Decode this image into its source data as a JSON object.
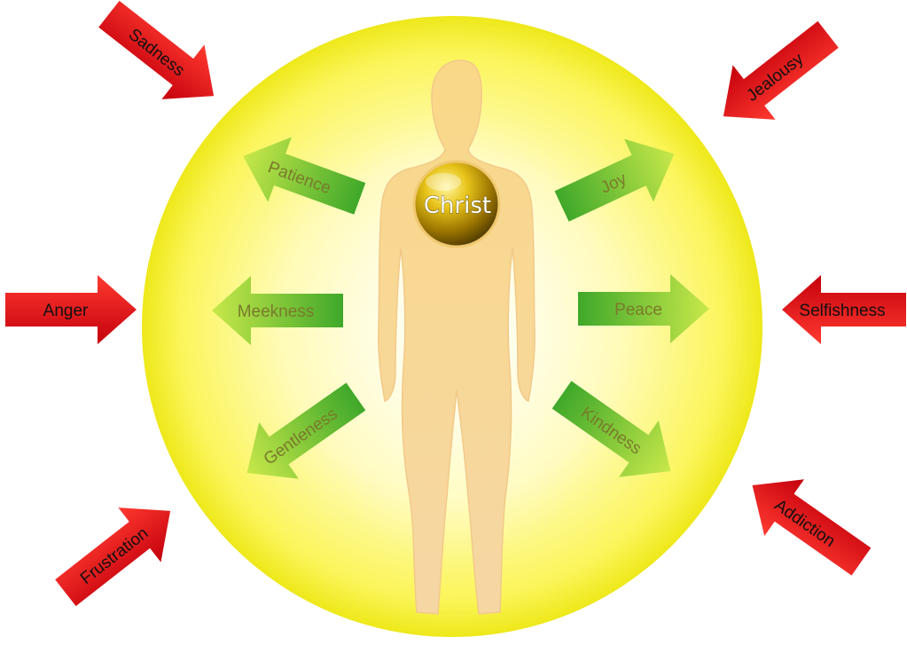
{
  "diagram": {
    "center_label": "Christ",
    "inner_virtues": [
      {
        "id": "patience",
        "label": "Patience"
      },
      {
        "id": "meekness",
        "label": "Meekness"
      },
      {
        "id": "gentleness",
        "label": "Gentleness"
      },
      {
        "id": "joy",
        "label": "Joy"
      },
      {
        "id": "peace",
        "label": "Peace"
      },
      {
        "id": "kindness",
        "label": "Kindness"
      }
    ],
    "outer_threats": [
      {
        "id": "sadness",
        "label": "Sadness"
      },
      {
        "id": "anger",
        "label": "Anger"
      },
      {
        "id": "frustration",
        "label": "Frustration"
      },
      {
        "id": "jealousy",
        "label": "Jealousy"
      },
      {
        "id": "selfishness",
        "label": "Selfishness"
      },
      {
        "id": "addiction",
        "label": "Addiction"
      }
    ],
    "colors": {
      "shield_center": "#fffde8",
      "shield_edge": "#f2ee20",
      "virtue_arrow_light": "#c8e84a",
      "virtue_arrow_dark": "#3fa82a",
      "threat_arrow_light": "#ff3a30",
      "threat_arrow_dark": "#b8000a",
      "body_fill": "#f8d48e",
      "orb_light": "#fff27a",
      "orb_dark": "#8a6a00"
    }
  }
}
